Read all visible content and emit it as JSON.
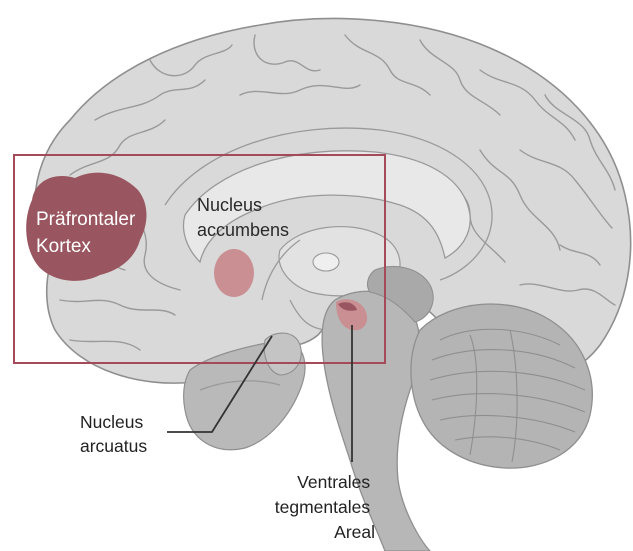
{
  "colors": {
    "cortex": "#d9d9d9",
    "cortex_outline": "#8f8f8f",
    "deep": "#a9a9a9",
    "highlight": "#9a5660",
    "highlight_light": "#c98f92",
    "box": "#a44a58",
    "pointer": "#333333"
  },
  "labels": {
    "prefrontal": [
      "Präfrontaler",
      "Kortex"
    ],
    "accumbens": [
      "Nucleus",
      "accumbens"
    ],
    "arcuatus": [
      "Nucleus",
      "arcuatus"
    ],
    "vta": [
      "Ventrales",
      "tegmentales",
      "Areal"
    ]
  }
}
